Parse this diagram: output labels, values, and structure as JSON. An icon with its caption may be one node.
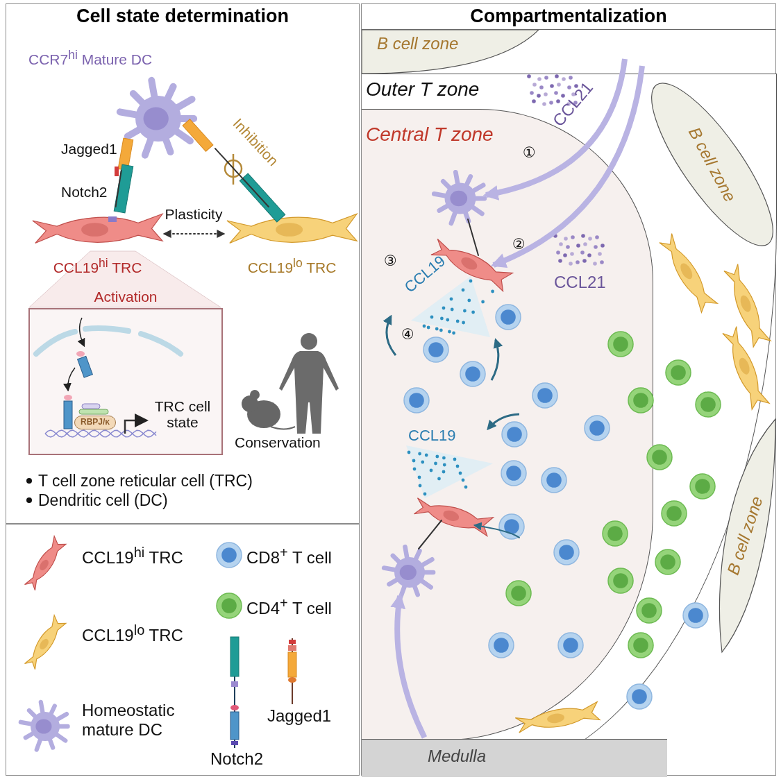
{
  "diagram": {
    "nodes": [
      {
        "text": [
          "Cell state determination"
        ]
      },
      {
        "text": [
          "Compartmentalization"
        ]
      },
      {
        "text": [
          "CCR7$^{hi}$ Mature DC"
        ],
        "in": 0
      },
      {
        "text": [
          "CCL19$^{hi}$ TRC"
        ],
        "in": 0
      },
      {
        "text": [
          "CCL19$^{lo}$ TRC"
        ],
        "in": 0
      },
      {
        "text": [
          "Activation",
          "TRC cell state"
        ],
        "in": 0
      },
      {
        "text": [
          "RBPJ/κ"
        ],
        "in": 5
      },
      {
        "text": [
          "B cell zone"
        ],
        "in": 1
      },
      {
        "text": [
          "Outer T zone"
        ],
        "in": 1
      },
      {
        "text": [
          "Central T zone"
        ],
        "in": 8
      },
      {
        "text": [
          "B cell zone"
        ],
        "in": 8
      },
      {
        "text": [
          "B cell zone"
        ],
        "in": 8
      },
      {
        "text": [
          "Medulla"
        ],
        "in": 8
      },
      {
        "text": [],
        "shape": "picture",
        "in": 9
      },
      {
        "text": [],
        "shape": "picture",
        "in": 9
      },
      {
        "text": [],
        "shape": "picture",
        "in": 9
      },
      {
        "text": [],
        "shape": "picture",
        "in": 9
      }
    ],
    "edges": [
      {
        "from": 2,
        "to": 3,
        "arrow": "none"
      },
      {
        "from": 2,
        "to": 4,
        "arrow": "none",
        "label": "Inhibition"
      },
      {
        "from": 3,
        "to": 4,
        "arrow": "both",
        "label": "Plasticity",
        "style": "dashed"
      },
      {
        "from": null,
        "to": 13,
        "arrow": "to",
        "style": "thick",
        "color": "#b9b3e3"
      },
      {
        "from": null,
        "to": 14,
        "arrow": "to",
        "style": "thick",
        "color": "#b9b3e3"
      },
      {
        "from": 13,
        "to": 14,
        "arrow": "none"
      },
      {
        "from": 12,
        "to": 16,
        "arrow": "to",
        "style": "thick",
        "color": "#b9b3e3"
      },
      {
        "from": null,
        "to": 15,
        "arrow": "to",
        "color": "#2d6b85"
      },
      {
        "from": 16,
        "to": 15,
        "arrow": "none"
      }
    ],
    "labels": [
      "Jagged1",
      "Notch2",
      "Conservation",
      "T cell zone reticular cell (TRC)",
      "Dendritic cell (DC)",
      "CCL21",
      "①",
      "②",
      "③",
      "CCL19",
      "CCL21",
      "④",
      "CCL19"
    ],
    "legend": [
      {
        "text": "CCL19$^{hi}$ TRC"
      },
      {
        "text": "CD8$^{+}$ T cell"
      },
      {
        "text": "CD4$^{+}$ T cell"
      },
      {
        "text": "CCL19$^{lo}$ TRC"
      },
      {
        "text": "Homeostatic mature DC"
      },
      {
        "text": "Jagged1"
      },
      {
        "text": "Notch2"
      }
    ]
  }
}
